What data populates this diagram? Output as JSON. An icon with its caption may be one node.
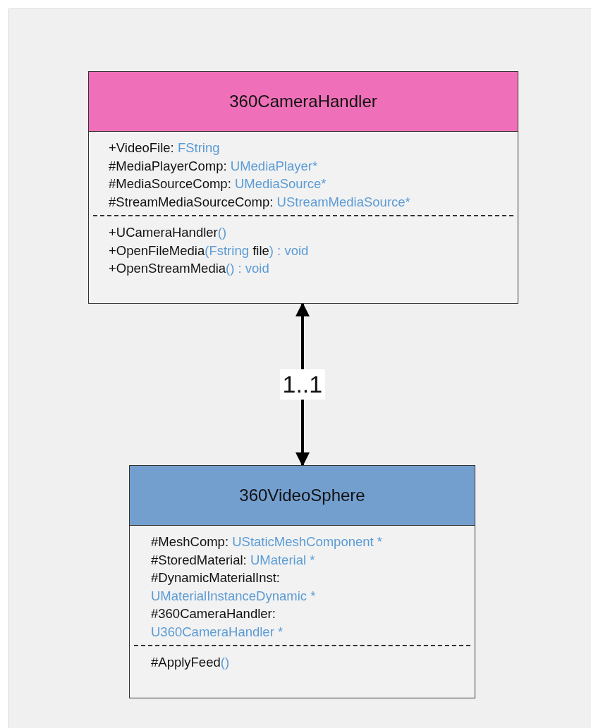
{
  "diagram": {
    "nodes": [
      {
        "text": [
          "360CameraHandler",
          "+VideoFile:",
          "FString",
          "#MediaPlayerComp:",
          "UMediaPlayer*",
          "#MediaSourceComp:",
          "UMediaSource*",
          "#StreamMediaSourceComp:",
          "UStreamMediaSource*",
          "+UCameraHandler",
          "()",
          "+OpenFileMedia",
          "(Fstring",
          "file",
          ") : void",
          "+OpenStreamMedia",
          "() : void"
        ]
      },
      {
        "text": [
          "360VideoSphere",
          "#MeshComp:",
          "UStaticMeshComponent *",
          "#StoredMaterial:",
          "UMaterial *",
          "#DynamicMaterialInst:",
          "UMaterialInstanceDynamic *",
          "#360CameraHandler:",
          "U360CameraHandler *",
          "#ApplyFeed",
          "()"
        ]
      }
    ],
    "edges": [
      {
        "from": 0,
        "to": 1,
        "arrow": "both",
        "label": "1..1"
      }
    ]
  }
}
